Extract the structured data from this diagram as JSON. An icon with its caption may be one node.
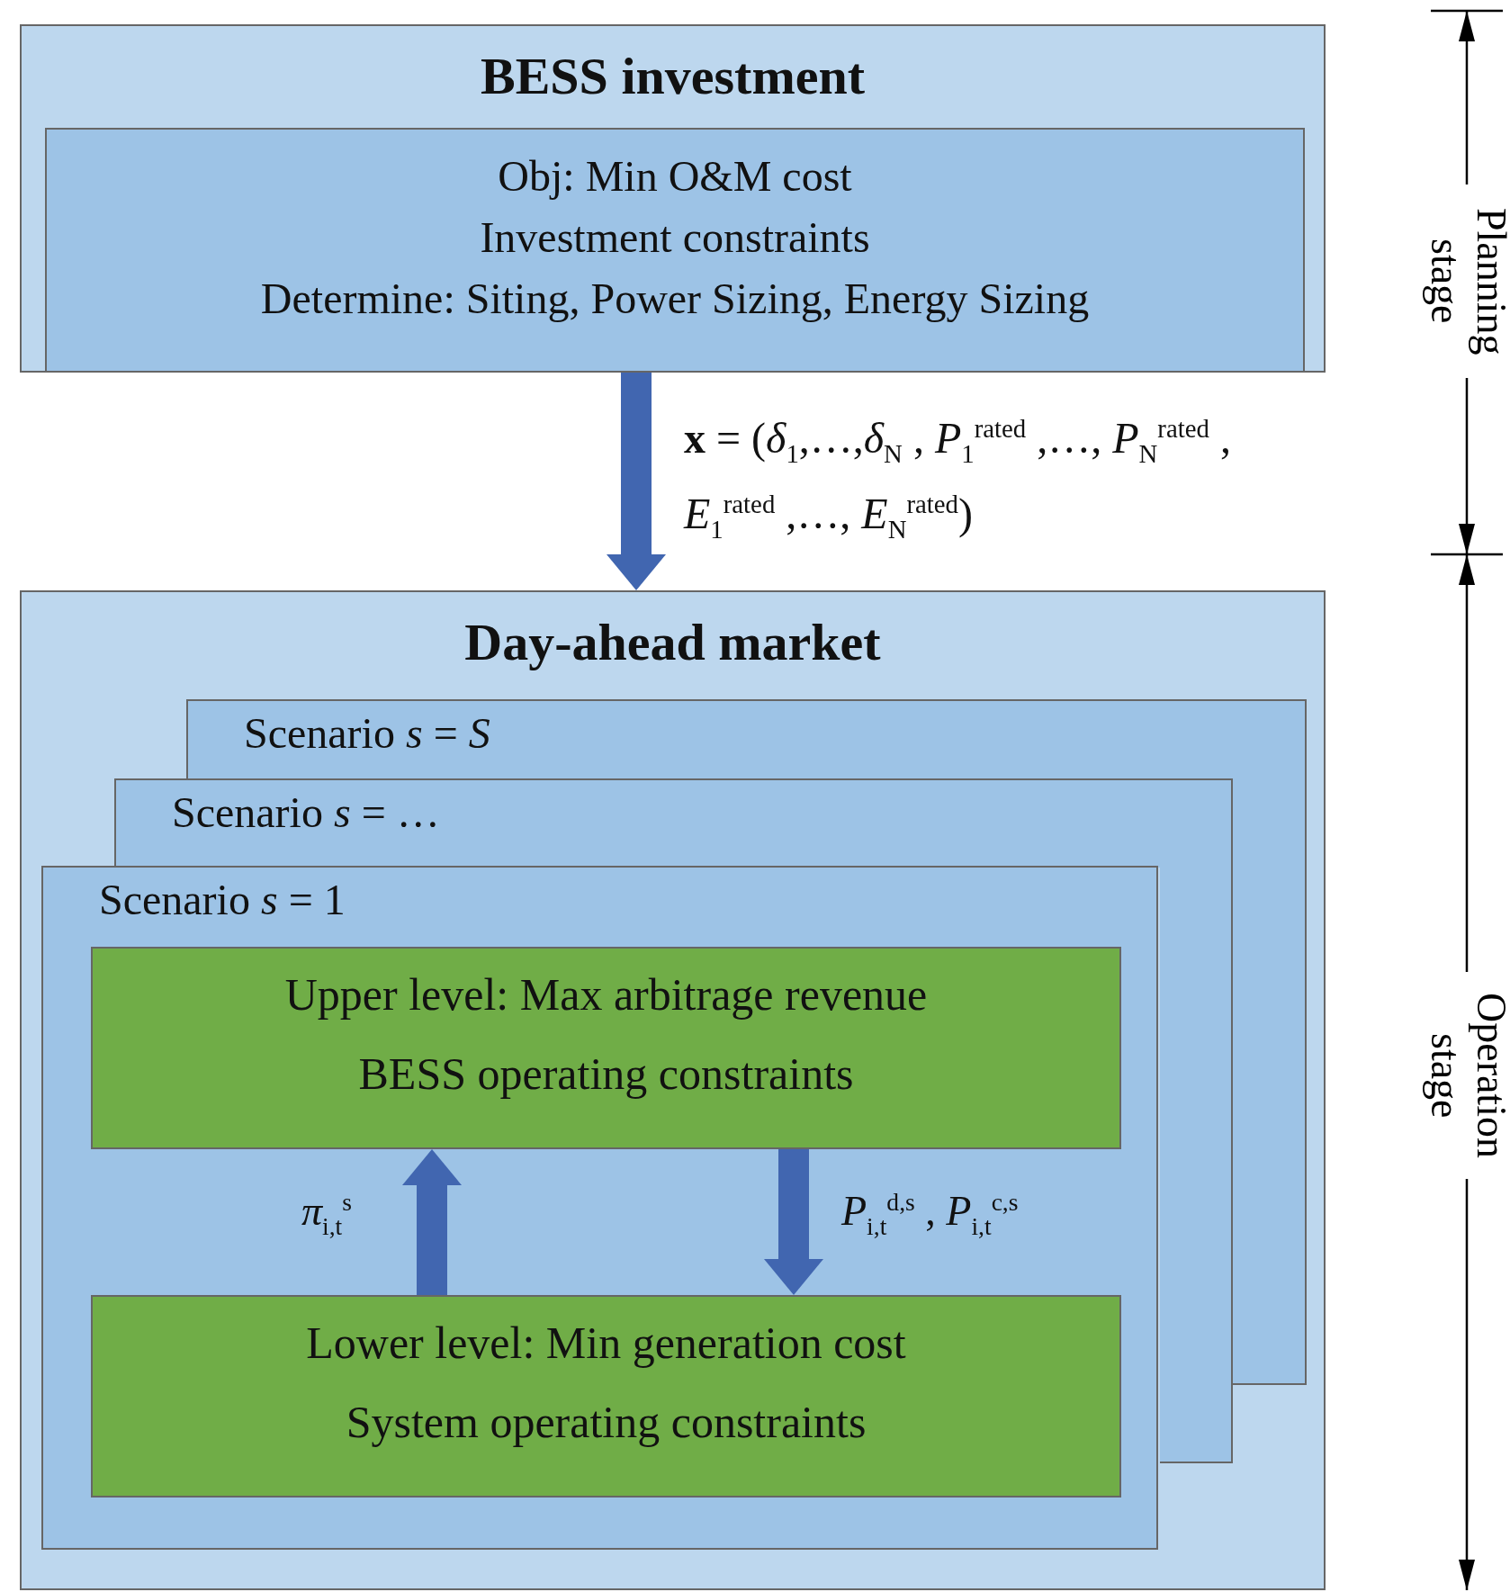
{
  "diagram": {
    "nodes": [
      {
        "text": [
          "BESS investment"
        ]
      },
      {
        "text": [
          "Obj: Min O&M cost",
          "Investment constraints",
          "Determine: Siting, Power Sizing, Energy Sizing"
        ],
        "in": 0
      },
      {
        "text": [
          "Day-ahead market"
        ]
      },
      {
        "text": [
          "Scenario *s* = *S*"
        ],
        "in": 2
      },
      {
        "text": [
          "Scenario *s* = …"
        ],
        "in": 2
      },
      {
        "text": [
          "Scenario *s* = 1"
        ],
        "in": 2
      },
      {
        "text": [
          "Upper level: Max arbitrage revenue",
          "BESS operating constraints"
        ],
        "in": 5
      },
      {
        "text": [
          "Lower level: Min generation cost",
          "System operating constraints"
        ],
        "in": 5
      }
    ],
    "edges": [
      {
        "from": 0,
        "to": 2,
        "arrow": "to",
        "label": "**x** = (*δ*$_{1}$,…,*δ*$_{N}$ , *P*$_{1}$$^{rated}$ ,…, *P*$_{N}$$^{rated}$ , *E*$_{1}$$^{rated}$ ,…, *E*$_{N}$$^{rated}$)"
      },
      {
        "from": 7,
        "to": 6,
        "arrow": "to",
        "label": "*π*$_{i,t}$$^{s}$"
      },
      {
        "from": 6,
        "to": 7,
        "arrow": "to",
        "label": "*P*$_{i,t}$$^{d,s}$ , *P*$_{i,t}$$^{c,s}$"
      }
    ],
    "labels": [
      "Planning stage",
      "Operation stage"
    ]
  }
}
